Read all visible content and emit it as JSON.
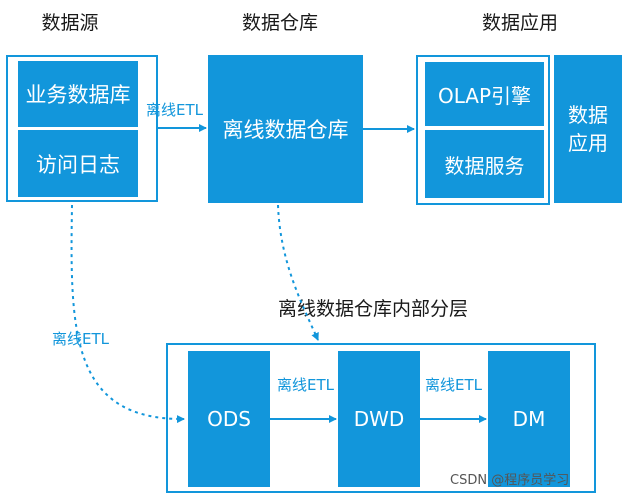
{
  "columns": {
    "source": "数据源",
    "warehouse": "数据仓库",
    "application": "数据应用"
  },
  "source_boxes": {
    "business_db": "业务数据库",
    "access_log": "访问日志"
  },
  "warehouse_box": "离线数据仓库",
  "app_boxes": {
    "olap": "OLAP引擎",
    "data_service": "数据服务",
    "data_app": [
      "数据",
      "应用"
    ]
  },
  "layers_title": "离线数据仓库内部分层",
  "layers": [
    "ODS",
    "DWD",
    "DM"
  ],
  "etl_labels": {
    "source_to_warehouse": "离线ETL",
    "log_to_ods": "离线ETL",
    "ods_to_dwd": "离线ETL",
    "dwd_to_dm": "离线ETL"
  },
  "watermark": "CSDN @程序员学习",
  "colors": {
    "accent": "#1296db",
    "text": "#1a1a1a"
  }
}
